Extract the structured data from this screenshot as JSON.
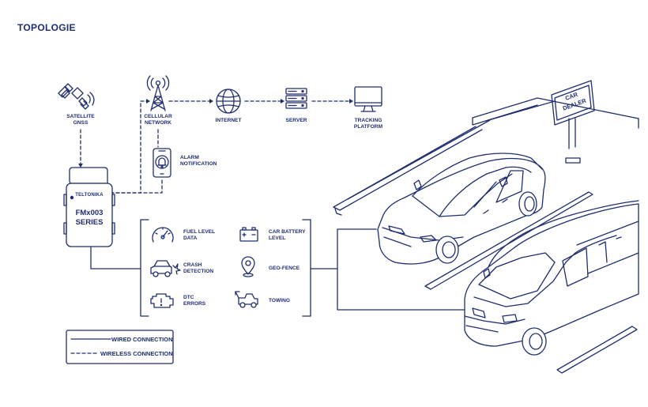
{
  "title": "TOPOLOGIE",
  "nodes": {
    "satellite": "SATELLITE\nGNSS",
    "cellular": "CELLULAR\nNETWORK",
    "internet": "INTERNET",
    "server": "SERVER",
    "tracking": "TRACKING\nPLATFORM",
    "alarm": "ALARM\nNOTIFICATION"
  },
  "device": {
    "brand": "TELTONIKA",
    "model": "FMx003\nSERIES"
  },
  "features": [
    {
      "label": "FUEL LEVEL\nDATA",
      "icon": "gauge-icon"
    },
    {
      "label": "CAR BATTERY\nLEVEL",
      "icon": "battery-icon"
    },
    {
      "label": "CRASH\nDETECTION",
      "icon": "crash-icon"
    },
    {
      "label": "GEO-FENCE",
      "icon": "location-pin-icon"
    },
    {
      "label": "DTC\nERRORS",
      "icon": "engine-icon"
    },
    {
      "label": "TOWING",
      "icon": "tow-truck-icon"
    }
  ],
  "sign": "CAR\nDEALER",
  "legend": {
    "wired": "WIRED CONNECTION",
    "wireless": "WIRELESS CONNECTION"
  },
  "colors": {
    "line": "#1f2e6e",
    "background": "#ffffff"
  }
}
